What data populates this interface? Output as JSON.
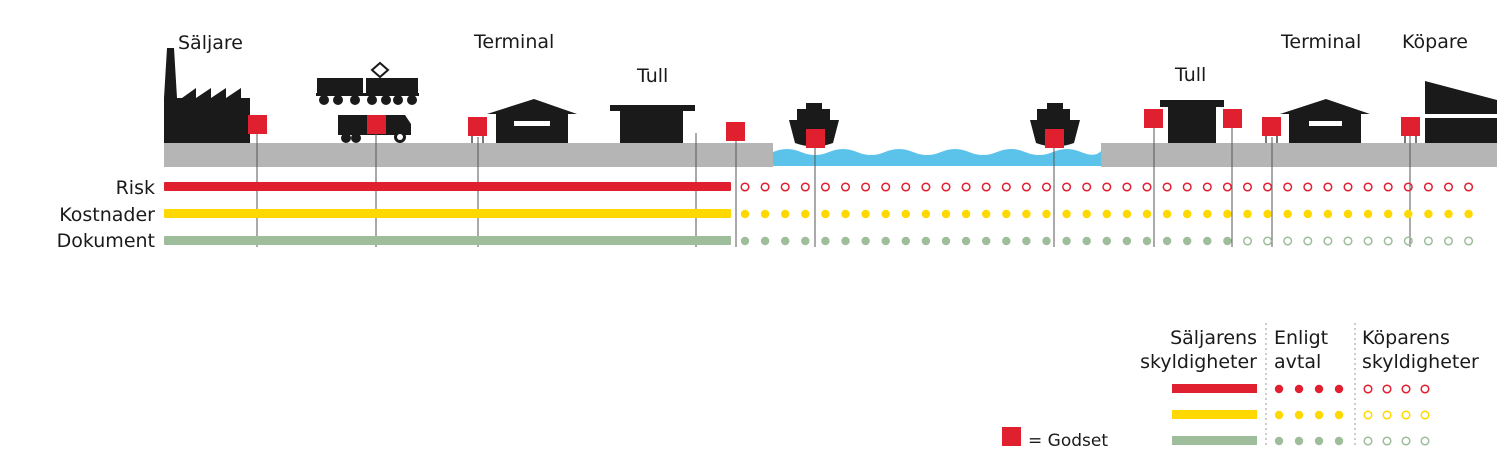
{
  "places": {
    "seller": "Säljare",
    "terminal_left": "Terminal",
    "customs_left": "Tull",
    "customs_right": "Tull",
    "terminal_right": "Terminal",
    "buyer": "Köpare"
  },
  "rows": {
    "risk": "Risk",
    "costs": "Kostnader",
    "documents": "Dokument"
  },
  "legend": {
    "seller_line1": "Säljarens",
    "seller_line2": "skyldigheter",
    "agreed_line1": "Enligt",
    "agreed_line2": "avtal",
    "buyer_line1": "Köparens",
    "buyer_line2": "skyldigheter",
    "goods": "= Godset"
  },
  "colors": {
    "risk": "#e0202f",
    "costs": "#ffd800",
    "documents": "#9dbd9b",
    "water": "#5bc2ea",
    "ground": "#b5b5b5",
    "goods": "#e0202f",
    "silhouette": "#1a1a1a"
  },
  "icons": [
    "factory-icon",
    "train-icon",
    "truck-icon",
    "warehouse-icon",
    "customs-house-icon",
    "ship-icon",
    "goods-box-icon"
  ]
}
